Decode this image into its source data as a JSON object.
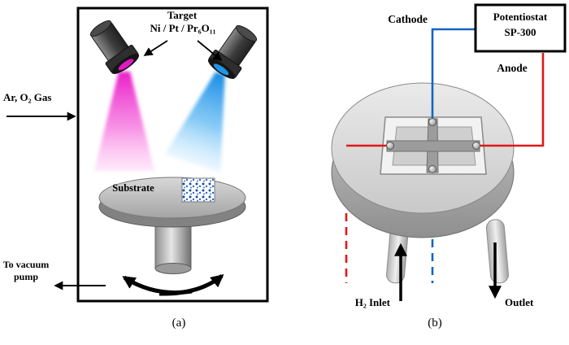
{
  "figure": {
    "panel_a": {
      "caption": "(a)",
      "target_title": "Target",
      "target_materials": "Ni / Pt / Pr₆O₁₁",
      "gas_label": "Ar, O₂ Gas",
      "substrate_label": "Substrate",
      "vacuum_line1": "To vacuum",
      "vacuum_line2": "pump"
    },
    "panel_b": {
      "caption": "(b)",
      "cathode_label": "Cathode",
      "anode_label": "Anode",
      "potentiostat_line1": "Potentiostat",
      "potentiostat_line2": "SP-300",
      "inlet_label": "H₂ Inlet",
      "outlet_label": "Outlet"
    },
    "colors": {
      "cathode_wire": "#1565c0",
      "anode_wire": "#e01818",
      "plume_left": "#e018c8",
      "plume_right": "#1e96e8"
    }
  }
}
